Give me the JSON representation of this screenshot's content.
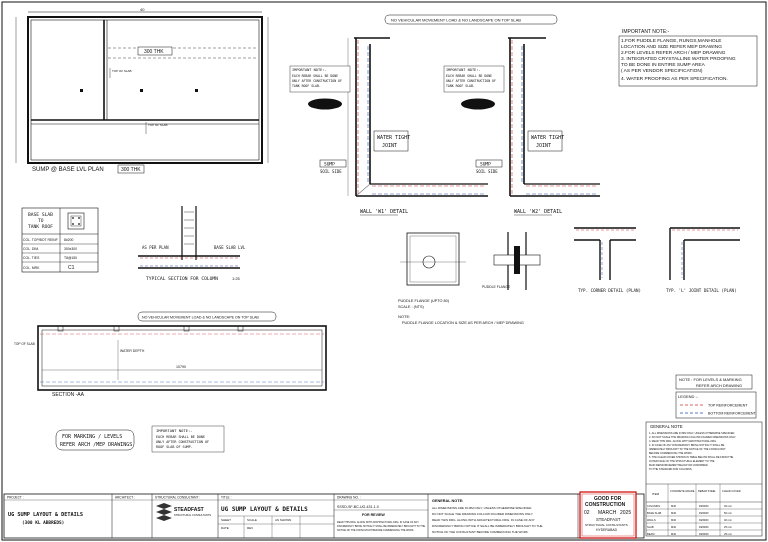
{
  "plan": {
    "title": "SUMP @ BASE LVL PLAN",
    "slab_tag": "300 THK",
    "inner_slab_tag": "300 THK",
    "dim_top": "40",
    "ref_top": "TOP OF SLAB",
    "ref_mid": "TOP OF SLAB"
  },
  "important_note": {
    "title": "IMPORTANT NOTE:-",
    "items": [
      "1.FOR PUDDLE FLANGE, RUNGS,MANHOLE",
      "   LOCATION AND SIZE REFER MEP DRAWING",
      "2.FOR LEVELS REFER ARCH / MEP DRAWING",
      "3. INTEGRATED CRYSTALLINE WATER PROOFING",
      "   TO BE DONE IN ENTIRE SUMP AREA",
      "   ( AS PER VENDOR SPECIFICATION)",
      "4. WATER PROOFING AS PER SPECIFICATION."
    ]
  },
  "wall_details": {
    "load_note": "NO VEHICULAR MOVEMENT LOAD & NO LANDSCAPE ON TOP SLAB",
    "important_note": "IMPORTANT NOTE:-",
    "note_lines": [
      "EACH REBAR SHALL BE DONE",
      "ONLY AFTER CONSTRUCTION OF",
      "TANK ROOF SLAB."
    ],
    "water_tight": "WATER TIGHT",
    "joint": "JOINT",
    "w1_title": "WALL 'W1' DETAIL",
    "w2_title": "WALL 'W2' DETAIL",
    "sump_label": "SUMP",
    "soil_label": "SOIL SIDE"
  },
  "slab_table": {
    "header": [
      "BASE SLAB",
      "TO",
      "TANK ROOF"
    ],
    "rows": [
      [
        "COL. TOP/BOT REINF",
        "8#200"
      ],
      [
        "COL. DIM.",
        "300x300"
      ],
      [
        "COL. TIES",
        "T8@150"
      ],
      [
        "COL. MRK",
        "C1"
      ]
    ]
  },
  "column_section": {
    "title": "TYPICAL SECTION FOR COLUMN",
    "scale": "1:25",
    "left_label": "AS PER PLAN",
    "right_label": "BASE SLAB LVL"
  },
  "puddle": {
    "title": "PUDDLE FLANGE (UPTO 80)",
    "scale": "SCALE : (NTS)",
    "note_title": "NOTE:",
    "note": "PUDDLE FLANGE LOCATION & SIZE AS PER ARCH / MEP DRAWING",
    "callout": "PUDDLE FLANGE"
  },
  "corners": {
    "t_title": "TYP. CORNER DETAIL (PLAN)",
    "l_title": "TYP. 'L' JOINT DETAIL (PLAN)"
  },
  "section": {
    "load_note": "NO VEHICULAR MOVEMENT LOAD & NO LANDSCAPE ON TOP SLAB",
    "title": "SECTION -AA",
    "dim": "10790",
    "water_depth": "WATER DEPTH",
    "left_tag": "TOP OF SLAB"
  },
  "marking_note": {
    "line1": "FOR MARKING / LEVELS",
    "line2": "REFER ARCH /MEP DRAWINGS"
  },
  "lower_important": {
    "title": "IMPORTANT NOTE:-",
    "lines": [
      "EACH REBAR SHALL BE DONE",
      "ONLY AFTER CONSTRUCTION OF",
      "ROOF SLAB OF SUMP."
    ]
  },
  "legend": {
    "note_title": "NOTE : FOR LEVELS & MARKING",
    "note_sub": "REFER ARCH DRAWING",
    "legend_title": "LEGEND :-",
    "items": [
      "TOP REINFORCEMENT",
      "BOTTOM REINFORCEMENT"
    ]
  },
  "general_note": {
    "title": "GENERAL NOTE",
    "lines": [
      "1. ALL DIMENSIONS ARE IN MM ONLY, UNLESS OTHERWISE SPECIFIED.",
      "2. DO NOT SCALE THE DRAWING FOLLOW FIGURED DIMENSIONS ONLY.",
      "3. READ THIS DRG. ALONG WITH ARCHITECTURAL DRG.",
      "4. IN CASE OF ANY DISCREPANCY BRING NOTICE IT SHALL BE",
      "   IMMEDIATELY BROUGHT TO THE NOTICE OF THE CONSULTANT",
      "   BEFORE COMMENCING THE WORK.",
      "5. THE CLEAR COVER SHOWN IN TABLE BELOW SHALL BE FROM THE",
      "   OUTER FACE OF THE STRUCTURAL ELEMENT TO THE",
      "   MAIN REINFORCEMENT BELOW OR CONFIRMED",
      "   TO THE STANDARD FOR COLUMNS."
    ],
    "cover_headers": [
      "ITEM",
      "CONCRETE GRADE",
      "REBAR STEEL",
      "CLEAR COVER"
    ],
    "cover_rows": [
      [
        "COLUMNS",
        "M40",
        "FE500D",
        "40 mm"
      ],
      [
        "BASE SLAB",
        "M40",
        "FE500D",
        "50 mm"
      ],
      [
        "WALLS",
        "M40",
        "FE500D",
        "40 mm"
      ],
      [
        "SLAB",
        "M40",
        "FE500D",
        "25 mm"
      ],
      [
        "BEAM",
        "M40",
        "FE500D",
        "25 mm"
      ]
    ]
  },
  "title_block": {
    "project_label": "PROJECT :",
    "architect_label": "ARCHITECT :",
    "consultant_label": "STRUCTURAL CONSULTANT :",
    "title_label": "TITLE :",
    "drawing_no_label": "DRAWING NO. :",
    "project_name": "UG SUMP LAYOUT & DETAILS",
    "project_sub": "(300 KL ABBREDS)",
    "firm": "STEADFAST",
    "firm_sub": "STRUCTURAL CONSULTANTS",
    "title_text": "UG SUMP LAYOUT & DETAILS",
    "drawing_no": "SSSD-SF-BC-UG-431-1.0",
    "status": "FOR REVIEW",
    "sheet_label": "SHEET",
    "scale_label": "SCALE",
    "scale_val": "AS SHOWN",
    "date_label": "DATE",
    "rev_label": "REV",
    "general_note_title": "GENERAL NOTE:",
    "notes": [
      "ALL DIMENSIONS ARE IN MM ONLY, UNLESS OTHERWISE SPECIFIED.",
      "DO NOT SCALE THE DRAWING FOLLOW FIGURED DIMENSIONS ONLY.",
      "READ THIS DRG. ALONG WITH ARCHITECTURAL DRG. IN CASE OF ANY",
      "DISCREPANCY BRING NOTICE IT SHALL BE IMMEDIATELY BROUGHT TO THE",
      "NOTICE OF THE CONSULTANT BEFORE COMMENCING THE WORK."
    ],
    "stamp_line1": "GOOD FOR",
    "stamp_line2": "CONSTRUCTION",
    "stamp_day": "02",
    "stamp_month": "MARCH",
    "stamp_year": "2025",
    "stamp_firm": "STEADFAST",
    "stamp_firm_sub": "STRUCTURAL CONSULTANTS",
    "stamp_city": "HYDERABAD"
  }
}
